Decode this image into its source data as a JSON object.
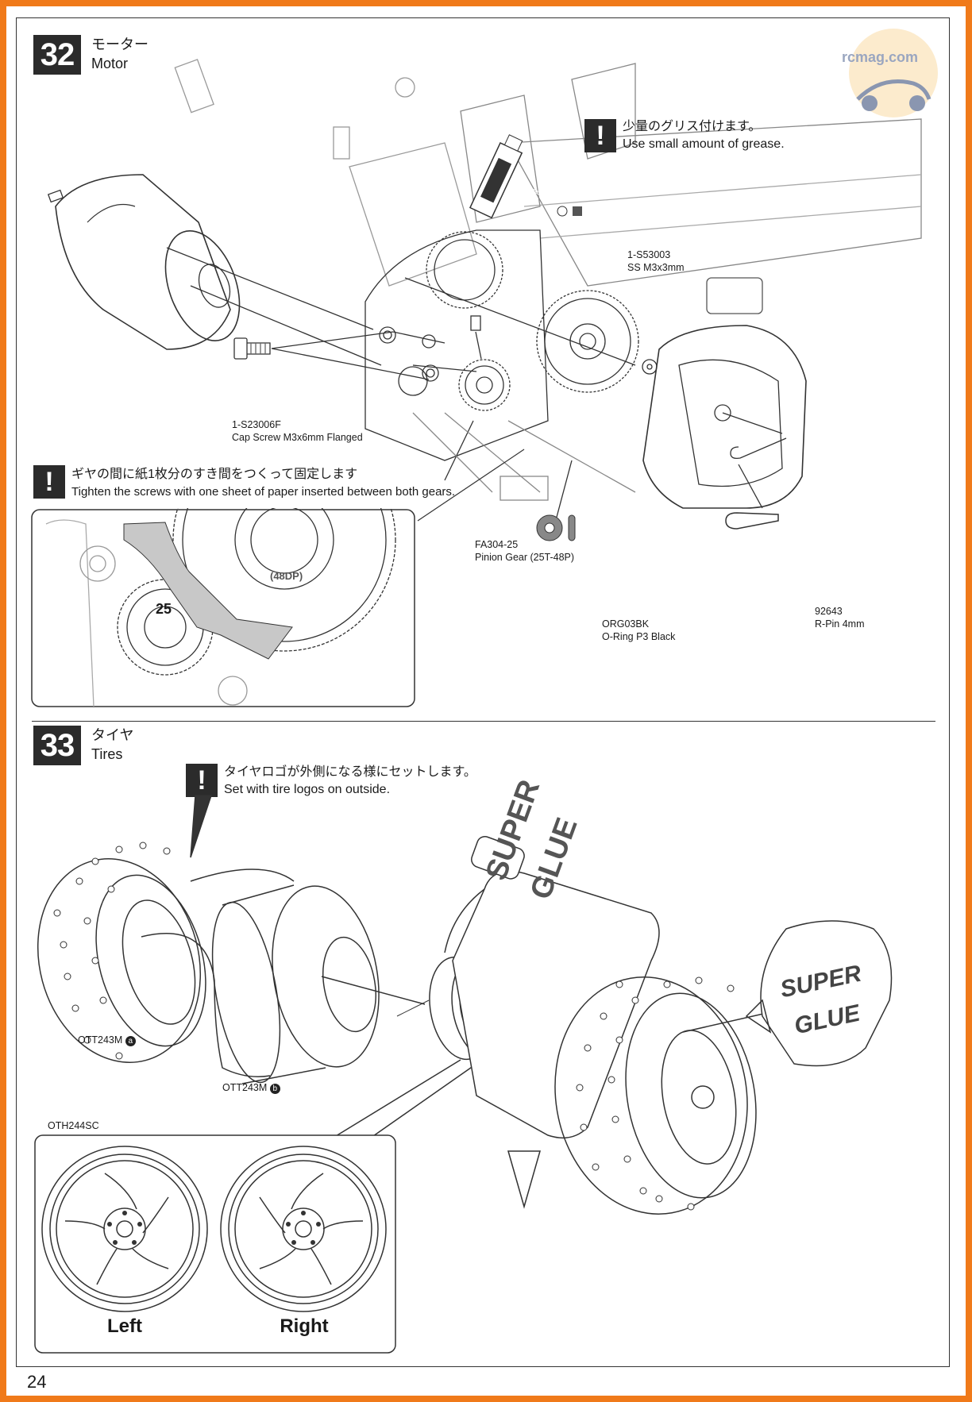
{
  "page_number": "24",
  "watermark": "rcmag.com",
  "step32": {
    "number": "32",
    "title_ja": "モーター",
    "title_en": "Motor",
    "grease_note_ja": "少量のグリス付けます。",
    "grease_note_en": "Use small amount of grease.",
    "gap_note_ja": "ギヤの間に紙1枚分のすき間をつくって固定します",
    "gap_note_en": "Tighten the screws with one sheet of paper inserted between both gears.",
    "grease_tube_label": "Grease",
    "detail_gear_pinion": "25",
    "detail_gear_spur": "(48DP)",
    "parts": [
      {
        "code": "1-S53003",
        "desc": "SS M3x3mm"
      },
      {
        "code": "1-S23006F",
        "desc": "Cap Screw M3x6mm Flanged"
      },
      {
        "code": "FA304-25",
        "desc": "Pinion Gear (25T-48P)"
      },
      {
        "code": "ORG03BK",
        "desc": "O-Ring P3 Black"
      },
      {
        "code": "92643",
        "desc": "R-Pin 4mm"
      }
    ]
  },
  "step33": {
    "number": "33",
    "title_ja": "タイヤ",
    "title_en": "Tires",
    "note_ja": "タイヤロゴが外側になる様にセットします。",
    "note_en": "Set with tire logos on outside.",
    "glue_label_1": "SUPER",
    "glue_label_2": "GLUE",
    "parts": {
      "tire_a": "OTT243M",
      "tire_a_mark": "a",
      "tire_b": "OTT243M",
      "tire_b_mark": "b",
      "wheel": "OTH244SC"
    },
    "wheel_left": "Left",
    "wheel_right": "Right"
  }
}
